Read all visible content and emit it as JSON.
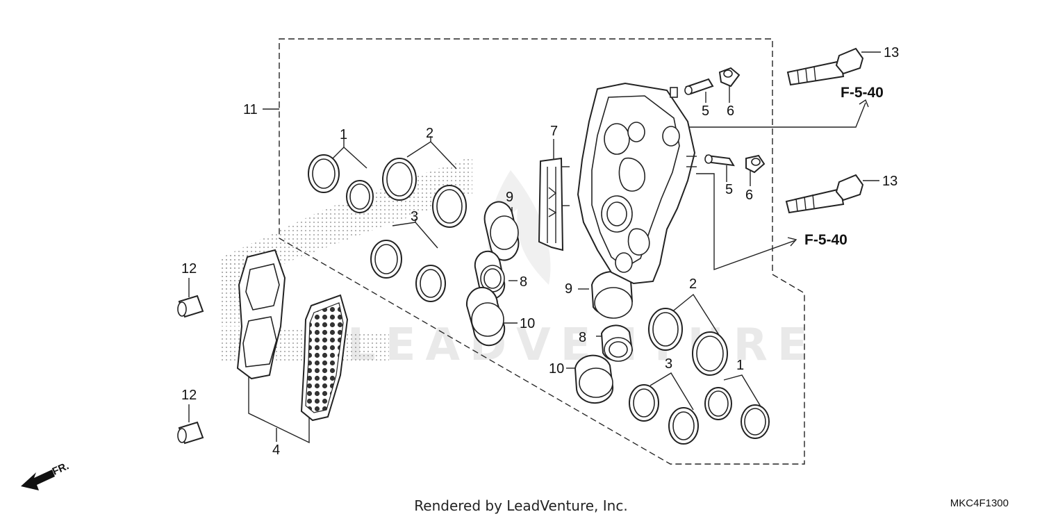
{
  "callouts": {
    "c1a": "1",
    "c1b": "1",
    "c2a": "2",
    "c2b": "2",
    "c3a": "3",
    "c3b": "3",
    "c4": "4",
    "c5a": "5",
    "c5b": "5",
    "c6a": "6",
    "c6b": "6",
    "c7": "7",
    "c8a": "8",
    "c8b": "8",
    "c9a": "9",
    "c9b": "9",
    "c10a": "10",
    "c10b": "10",
    "c11": "11",
    "c12a": "12",
    "c12b": "12",
    "c13a": "13",
    "c13b": "13"
  },
  "references": {
    "ref_upper": "F-5-40",
    "ref_lower": "F-5-40"
  },
  "direction_label": "FR.",
  "watermark": "LEADVENTURE",
  "footer": "Rendered by LeadVenture, Inc.",
  "diagram_code": "MKC4F1300"
}
